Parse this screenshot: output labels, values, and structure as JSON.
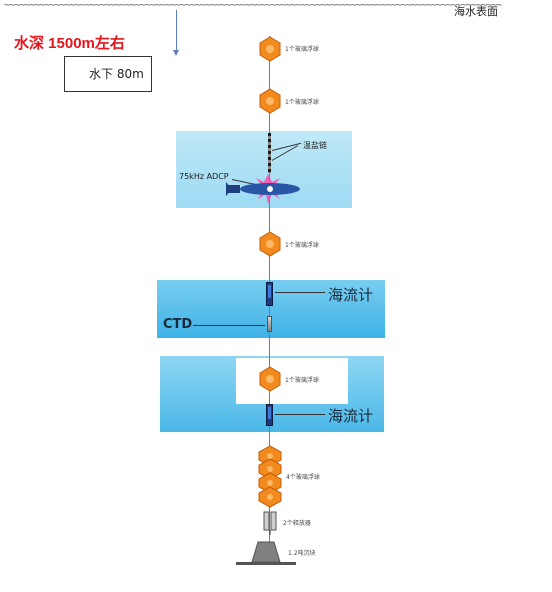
{
  "surface": {
    "waves": "~~~~~~~~~~~~~~~~~~~~~~~~~~~~~~~~~~~~~~~~~~~~~~~~~~~~~~~~~~~~~~~~~~~~~~~~~~~~~~~~~~~~~~~~~~~~~~~~~~~",
    "label": "海水表面"
  },
  "depth_label": "水深 1500m左右",
  "depth_box": "水下 80m",
  "floats": {
    "single": "1个玻璃浮球",
    "quad": "4个玻璃浮球"
  },
  "adcp_label": "75kHz  ADCP",
  "temp_chain_label": "温盐链",
  "current_meter_label": "海流计",
  "ctd_label": "CTD",
  "release_label": "2个释放器",
  "anchor_label": "1.2吨沉块",
  "colors": {
    "depth_text": "#e8141c",
    "float_orange": "#f28a1e",
    "water_light": "#aee3f7",
    "water_deep": "#3fb2e6",
    "adcp_body": "#2a56a8"
  }
}
